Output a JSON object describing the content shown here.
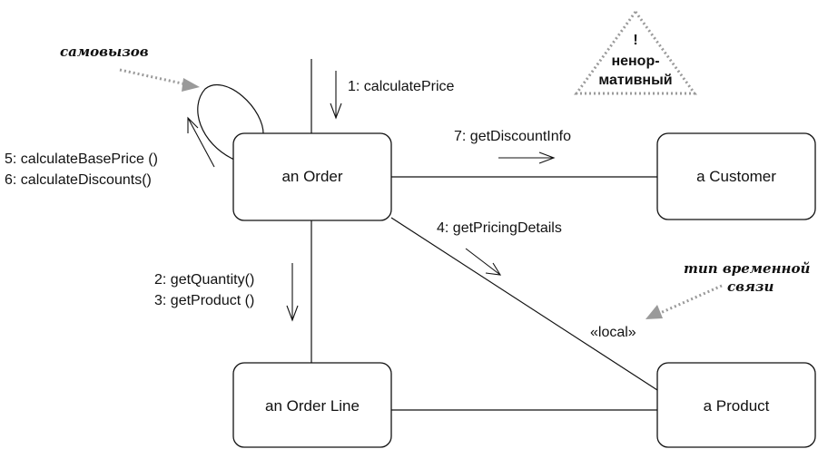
{
  "nodes": {
    "order": "an Order",
    "customer": "a Customer",
    "order_line": "an Order Line",
    "product": "a Product"
  },
  "messages": {
    "m1": "1: calculatePrice",
    "m7": "7: getDiscountInfo",
    "m4": "4: getPricingDetails",
    "m2": "2: getQuantity()",
    "m3": "3: getProduct ()",
    "m5": "5: calculateBasePrice ()",
    "m6": "6: calculateDiscounts()"
  },
  "stereotype": "«local»",
  "notes": {
    "self_call": "самовызов",
    "link_type_line1": "тип временной",
    "link_type_line2": "связи"
  },
  "warning": {
    "mark": "!",
    "line1": "ненор-",
    "line2": "мативный"
  },
  "colors": {
    "ink": "#111111",
    "note_arrow": "#9a9a9a"
  }
}
